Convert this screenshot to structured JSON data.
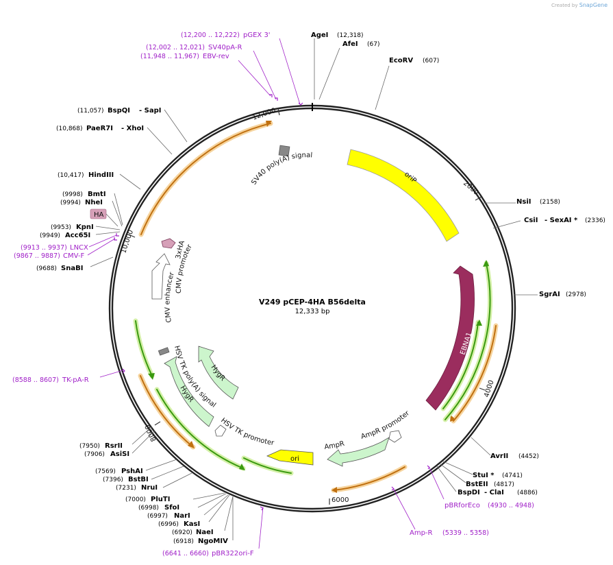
{
  "credit": {
    "prefix": "Created by",
    "brand": "SnapGene"
  },
  "plasmid": {
    "name": "V249 pCEP-4HA B56delta",
    "size": "12,333 bp"
  },
  "ticks": [
    "12,000",
    "2000",
    "4000",
    "6000",
    "8000",
    "10,000"
  ],
  "enzymes": [
    {
      "name": "AgeI",
      "pos": "(12,318)"
    },
    {
      "name": "AfeI",
      "pos": "(67)"
    },
    {
      "name": "EcoRV",
      "pos": "(607)"
    },
    {
      "name": "NsiI",
      "pos": "(2158)"
    },
    {
      "name": "CsiI",
      "sep": "- SexAI *",
      "pos": "(2336)"
    },
    {
      "name": "SgrAI",
      "pos": "(2978)"
    },
    {
      "name": "AvrII",
      "pos": "(4452)"
    },
    {
      "name": "StuI *",
      "pos": "(4741)"
    },
    {
      "name": "BstEII",
      "pos": "(4817)"
    },
    {
      "name": "BspDI",
      "sep": "- ClaI",
      "pos": "(4886)"
    },
    {
      "name": "NgoMIV",
      "pos": "(6918)"
    },
    {
      "name": "NaeI",
      "pos": "(6920)"
    },
    {
      "name": "KasI",
      "pos": "(6996)"
    },
    {
      "name": "NarI",
      "pos": "(6997)"
    },
    {
      "name": "SfoI",
      "pos": "(6998)"
    },
    {
      "name": "PluTI",
      "pos": "(7000)"
    },
    {
      "name": "NruI",
      "pos": "(7231)"
    },
    {
      "name": "BstBI",
      "pos": "(7396)"
    },
    {
      "name": "PshAI",
      "pos": "(7569)"
    },
    {
      "name": "AsiSI",
      "pos": "(7906)"
    },
    {
      "name": "RsrII",
      "pos": "(7950)"
    },
    {
      "name": "SnaBI",
      "pos": "(9688)"
    },
    {
      "name": "Acc65I",
      "pos": "(9949)"
    },
    {
      "name": "KpnI",
      "pos": "(9953)"
    },
    {
      "name": "NheI",
      "pos": "(9994)"
    },
    {
      "name": "BmtI",
      "pos": "(9998)"
    },
    {
      "name": "HindIII",
      "pos": "(10,417)"
    },
    {
      "name": "PaeR7I",
      "sep": "- XhoI",
      "pos": "(10,868)"
    },
    {
      "name": "BspQI",
      "sep": "- SapI",
      "pos": "(11,057)"
    }
  ],
  "primers": [
    {
      "name": "pGEX 3'",
      "range": "(12,200 .. 12,222)"
    },
    {
      "name": "SV40pA-R",
      "range": "(12,002 .. 12,021)"
    },
    {
      "name": "EBV-rev",
      "range": "(11,948 .. 11,967)"
    },
    {
      "name": "LNCX",
      "range": "(9913 .. 9937)"
    },
    {
      "name": "CMV-F",
      "range": "(9867 .. 9887)"
    },
    {
      "name": "TK-pA-R",
      "range": "(8588 .. 8607)"
    },
    {
      "name": "pBR322ori-F",
      "range": "(6641 .. 6660)"
    },
    {
      "name": "Amp-R",
      "range": "(5339 .. 5358)"
    },
    {
      "name": "pBRforEco",
      "range": "(4930 .. 4948)"
    }
  ],
  "features": {
    "sv40": "SV40 poly(A) signal",
    "orip": "oriP",
    "ebna1": "EBNA1",
    "ampr": "AmpR",
    "ampr_promoter": "AmpR promoter",
    "ori": "ori",
    "hsv_tk_promoter": "HSV TK promoter",
    "hsv_tk_polya": "HSV TK poly(A) signal",
    "hygr1": "HygR",
    "hygr2": "HygR",
    "cmv_enhancer": "CMV enhancer",
    "cmv_promoter": "CMV promoter",
    "ha_3x": "3xHA",
    "ha_box": "HA"
  },
  "colors": {
    "backbone": "#222222",
    "orip": "#ffff00",
    "ebna1": "#9b2d5e",
    "hygr": "#ccf5cc",
    "ori": "#ffff00",
    "orf_line": "#3a9a10",
    "orf_glow": "#d4f0a8",
    "orange_orf": "#c07010",
    "orange_glow": "#f6d49e",
    "primer": "#a020c8",
    "ha": "#d6a0b8"
  }
}
